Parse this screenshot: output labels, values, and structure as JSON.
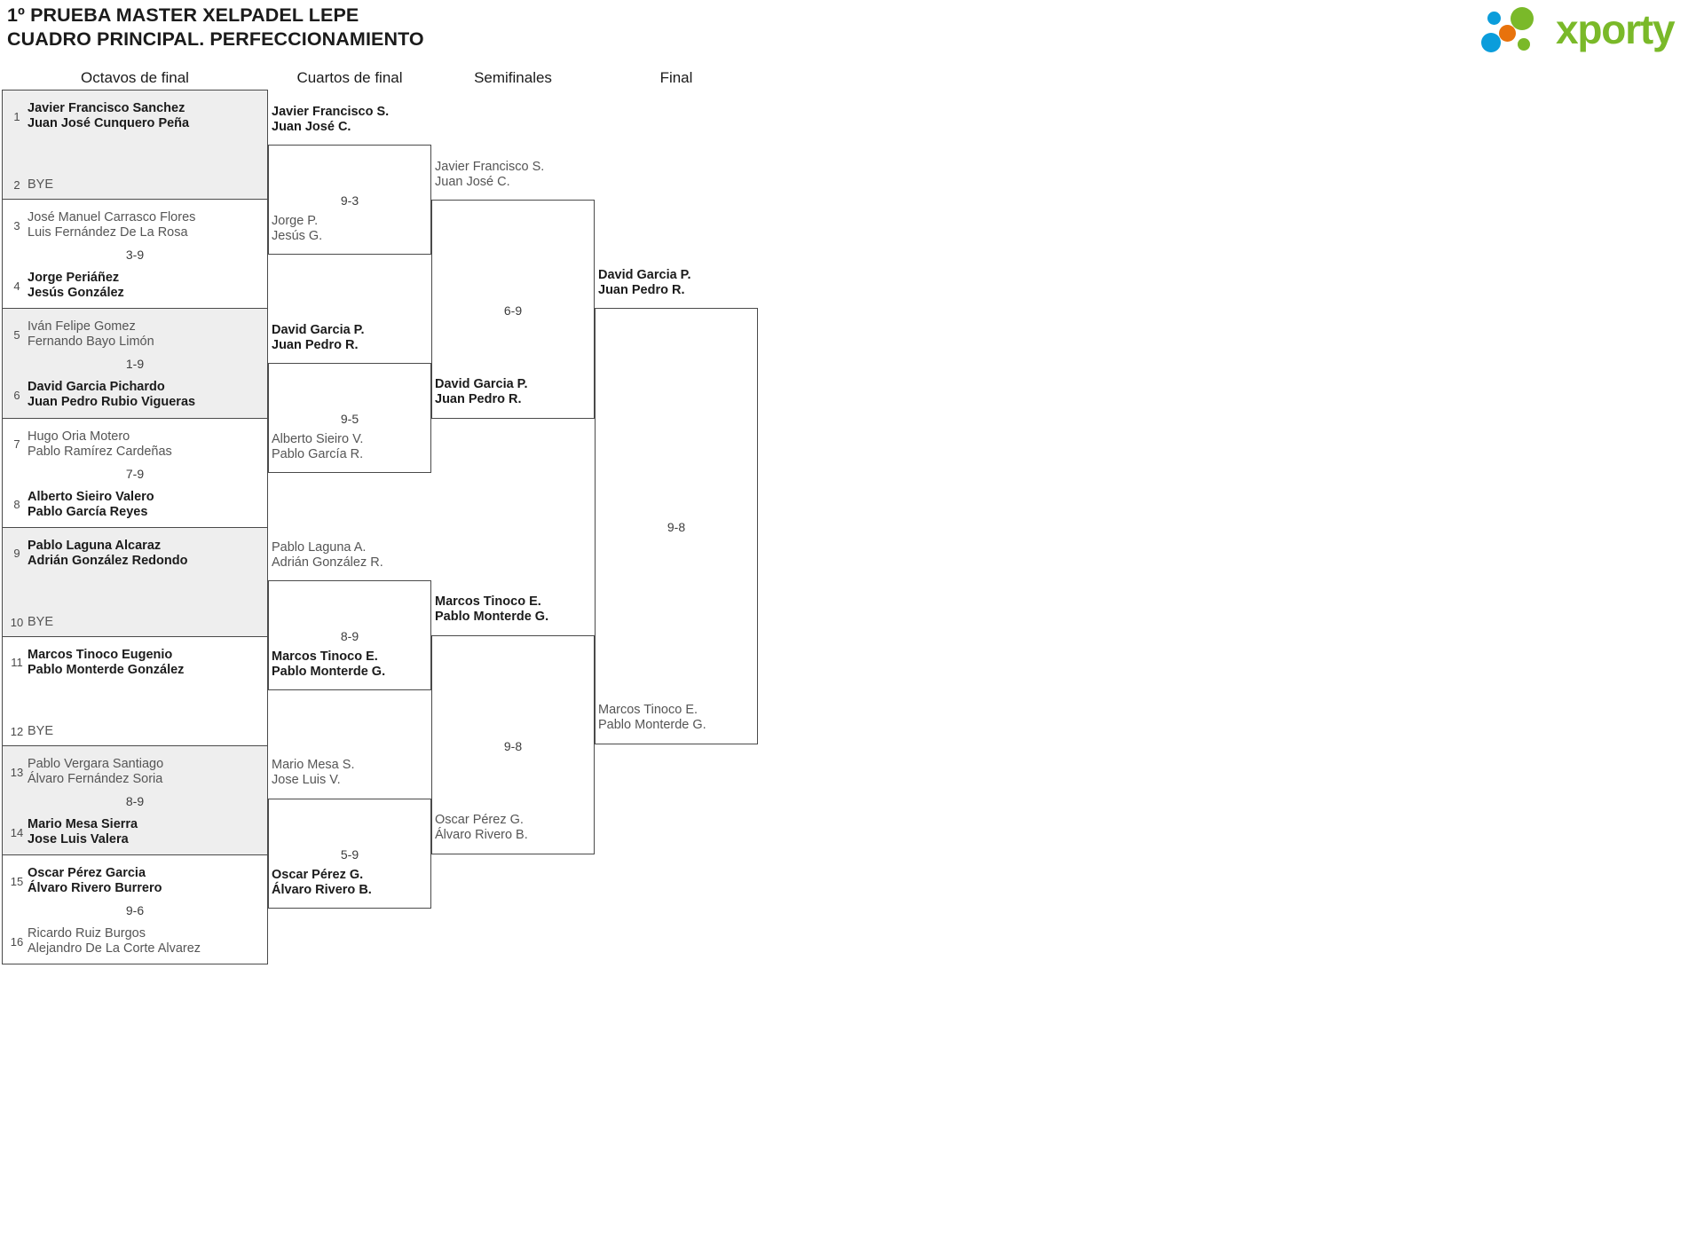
{
  "header": {
    "title_line1": "1º PRUEBA MASTER XELPADEL LEPE",
    "title_line2": "CUADRO PRINCIPAL. PERFECCIONAMIENTO",
    "logo_text": "xporty",
    "logo_colors": {
      "blue": "#0b9ddb",
      "orange": "#e8720c",
      "green": "#7ab929"
    }
  },
  "rounds": [
    {
      "label": "Octavos de final"
    },
    {
      "label": "Cuartos de final"
    },
    {
      "label": "Semifinales"
    },
    {
      "label": "Final"
    }
  ],
  "round1": {
    "matches": [
      {
        "score": "",
        "top": {
          "seed": "1",
          "l1": "Javier Francisco Sanchez",
          "l2": "Juan José Cunquero Peña",
          "state": "win"
        },
        "bot": {
          "seed": "2",
          "l1": "BYE",
          "l2": "",
          "state": "bye"
        }
      },
      {
        "score": "3-9",
        "top": {
          "seed": "3",
          "l1": "José Manuel Carrasco Flores",
          "l2": "Luis Fernández De La Rosa",
          "state": "lose"
        },
        "bot": {
          "seed": "4",
          "l1": "Jorge Periáñez",
          "l2": "Jesús González",
          "state": "win"
        }
      },
      {
        "score": "1-9",
        "top": {
          "seed": "5",
          "l1": "Iván Felipe Gomez",
          "l2": "Fernando Bayo Limón",
          "state": "lose"
        },
        "bot": {
          "seed": "6",
          "l1": "David Garcia Pichardo",
          "l2": "Juan Pedro Rubio Vigueras",
          "state": "win"
        }
      },
      {
        "score": "7-9",
        "top": {
          "seed": "7",
          "l1": "Hugo Oria Motero",
          "l2": "Pablo Ramírez Cardeñas",
          "state": "lose"
        },
        "bot": {
          "seed": "8",
          "l1": "Alberto Sieiro Valero",
          "l2": "Pablo García Reyes",
          "state": "win"
        }
      },
      {
        "score": "",
        "top": {
          "seed": "9",
          "l1": "Pablo Laguna Alcaraz",
          "l2": "Adrián González Redondo",
          "state": "win"
        },
        "bot": {
          "seed": "10",
          "l1": "BYE",
          "l2": "",
          "state": "bye"
        }
      },
      {
        "score": "",
        "top": {
          "seed": "11",
          "l1": "Marcos Tinoco Eugenio",
          "l2": "Pablo Monterde González",
          "state": "win"
        },
        "bot": {
          "seed": "12",
          "l1": "BYE",
          "l2": "",
          "state": "bye"
        }
      },
      {
        "score": "8-9",
        "top": {
          "seed": "13",
          "l1": "Pablo Vergara Santiago",
          "l2": "Álvaro Fernández Soria",
          "state": "lose"
        },
        "bot": {
          "seed": "14",
          "l1": "Mario Mesa Sierra",
          "l2": "Jose Luis Valera",
          "state": "win"
        }
      },
      {
        "score": "9-6",
        "top": {
          "seed": "15",
          "l1": "Oscar Pérez Garcia",
          "l2": "Álvaro Rivero Burrero",
          "state": "win"
        },
        "bot": {
          "seed": "16",
          "l1": "Ricardo Ruiz Burgos",
          "l2": "Alejandro De La Corte Alvarez",
          "state": "lose"
        }
      }
    ]
  },
  "round2": {
    "matches": [
      {
        "score": "9-3",
        "top": {
          "l1": "Javier Francisco S.",
          "l2": "Juan José C.",
          "state": "win"
        },
        "bot": {
          "l1": "Jorge P.",
          "l2": "Jesús G.",
          "state": "lose"
        }
      },
      {
        "score": "9-5",
        "top": {
          "l1": "David Garcia P.",
          "l2": "Juan Pedro R.",
          "state": "win"
        },
        "bot": {
          "l1": "Alberto Sieiro V.",
          "l2": "Pablo García R.",
          "state": "lose"
        }
      },
      {
        "score": "8-9",
        "top": {
          "l1": "Pablo Laguna A.",
          "l2": "Adrián González R.",
          "state": "lose"
        },
        "bot": {
          "l1": "Marcos Tinoco E.",
          "l2": "Pablo Monterde G.",
          "state": "win"
        }
      },
      {
        "score": "5-9",
        "top": {
          "l1": "Mario Mesa S.",
          "l2": "Jose Luis V.",
          "state": "lose"
        },
        "bot": {
          "l1": "Oscar Pérez G.",
          "l2": "Álvaro Rivero B.",
          "state": "win"
        }
      }
    ]
  },
  "round3": {
    "matches": [
      {
        "score": "6-9",
        "top": {
          "l1": "Javier Francisco S.",
          "l2": "Juan José C.",
          "state": "lose"
        },
        "bot": {
          "l1": "David Garcia P.",
          "l2": "Juan Pedro R.",
          "state": "win"
        }
      },
      {
        "score": "9-8",
        "top": {
          "l1": "Marcos Tinoco E.",
          "l2": "Pablo Monterde G.",
          "state": "win"
        },
        "bot": {
          "l1": "Oscar Pérez G.",
          "l2": "Álvaro Rivero B.",
          "state": "lose"
        }
      }
    ]
  },
  "round4": {
    "matches": [
      {
        "score": "9-8",
        "top": {
          "l1": "David Garcia P.",
          "l2": "Juan Pedro R.",
          "state": "win"
        },
        "bot": {
          "l1": "Marcos Tinoco E.",
          "l2": "Pablo Monterde G.",
          "state": "lose"
        }
      }
    ]
  }
}
